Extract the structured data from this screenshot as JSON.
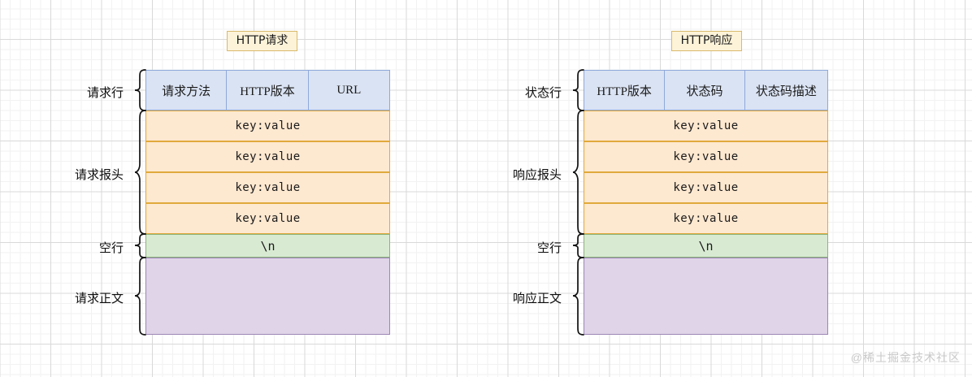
{
  "watermark": "@稀土掘金技术社区",
  "palette": {
    "line_fill": "#dae3f3",
    "line_border": "#8ea9db",
    "header_fill": "#fde8d0",
    "header_border": "#e0a93c",
    "blank_fill": "#d9ead3",
    "blank_border": "#8cb37a",
    "body_fill": "#dfd4e8",
    "body_border": "#9c86b5",
    "title_fill": "#fdf3d9",
    "title_border": "#d9b96c",
    "grid_minor": "#f2f2f2",
    "grid_major": "#d9d9d9",
    "watermark_color": "#c9c9c9"
  },
  "diagrams": [
    {
      "id": "http-request",
      "title": "HTTP请求",
      "labels": {
        "start_line": "请求行",
        "headers": "请求报头",
        "blank_line": "空行",
        "body": "请求正文"
      },
      "start_line_cells": [
        "请求方法",
        "HTTP版本",
        "URL"
      ],
      "header_rows": [
        "key:value",
        "key:value",
        "key:value",
        "key:value"
      ],
      "blank_line_text": "\\n",
      "body_text": ""
    },
    {
      "id": "http-response",
      "title": "HTTP响应",
      "labels": {
        "start_line": "状态行",
        "headers": "响应报头",
        "blank_line": "空行",
        "body": "响应正文"
      },
      "start_line_cells": [
        "HTTP版本",
        "状态码",
        "状态码描述"
      ],
      "header_rows": [
        "key:value",
        "key:value",
        "key:value",
        "key:value"
      ],
      "blank_line_text": "\\n",
      "body_text": ""
    }
  ]
}
